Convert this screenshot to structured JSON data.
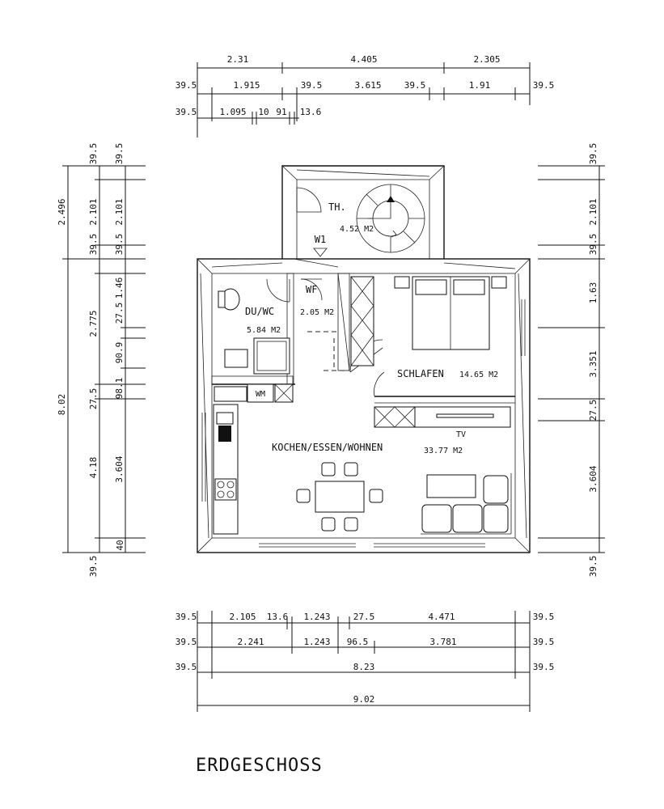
{
  "title": "ERDGESCHOSS",
  "rooms": {
    "treppenhaus": {
      "label": "TH.",
      "area": "4.52 M2"
    },
    "windfang": {
      "label": "WF",
      "area": "2.05 M2"
    },
    "bad": {
      "label": "DU/WC",
      "area": "5.84 M2"
    },
    "schlafen": {
      "label": "SCHLAFEN",
      "area": "14.65 M2"
    },
    "wohnen": {
      "label": "KOCHEN/ESSEN/WOHNEN",
      "area": "33.77 M2"
    }
  },
  "markers": {
    "entrance": "W1",
    "washer": "WM",
    "tv": "TV"
  },
  "dimensions": {
    "top_row1": [
      "2.31",
      "4.405",
      "2.305"
    ],
    "top_row2": [
      "39.5",
      "1.915",
      "39.5",
      "3.615",
      "39.5",
      "1.91",
      "39.5"
    ],
    "top_row3": [
      "39.5",
      "1.095",
      "10",
      "91",
      "13.6"
    ],
    "bottom_row1": [
      "39.5",
      "2.105",
      "13.6",
      "1.243",
      "27.5",
      "4.471",
      "39.5"
    ],
    "bottom_row2": [
      "39.5",
      "2.241",
      "1.243",
      "96.5",
      "3.781",
      "39.5"
    ],
    "bottom_row3": [
      "39.5",
      "8.23",
      "39.5"
    ],
    "bottom_row4": [
      "9.02"
    ],
    "left_outer": [
      "2.496",
      "8.02"
    ],
    "left_mid": [
      "39.5",
      "2.101",
      "39.5",
      "2.775",
      "27.5",
      "4.18",
      "40",
      "39.5"
    ],
    "left_inner": [
      "39.5",
      "2.101",
      "39.5",
      "1.46",
      "27.5",
      "90.9",
      "98.1",
      "3.604"
    ],
    "right": [
      "39.5",
      "2.101",
      "39.5",
      "1.63",
      "3.351",
      "27.5",
      "3.604",
      "39.5"
    ]
  }
}
